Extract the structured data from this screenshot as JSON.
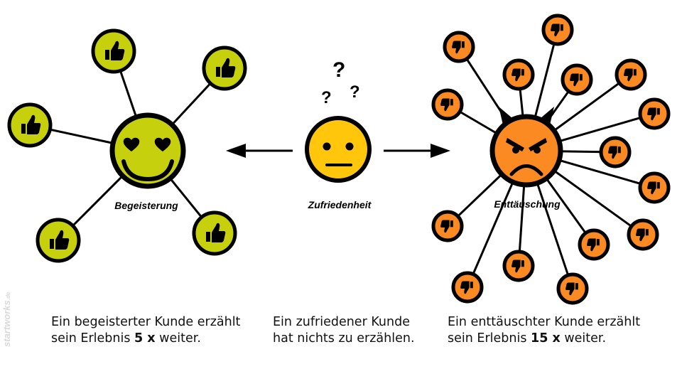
{
  "colors": {
    "happy": "#c6d00c",
    "neutral": "#ffc60b",
    "angry": "#fb8a22",
    "outline": "#000000"
  },
  "labels": {
    "left": "Begeisterung",
    "center": "Zufriedenheit",
    "right": "Enttäuschung"
  },
  "captions": {
    "left": {
      "line1": "Ein begeisterter Kunde erzählt",
      "line2_pre": "sein Erlebnis ",
      "line2_bold": "5 x",
      "line2_post": " weiter."
    },
    "center": {
      "line1": "Ein zufriedener Kunde",
      "line2": "hat nichts zu erzählen."
    },
    "right": {
      "line1": "Ein enttäuschter Kunde erzählt",
      "line2_pre": "sein Erlebnis ",
      "line2_bold": "15 x",
      "line2_post": " weiter."
    }
  },
  "watermark": {
    "brand": "startworks",
    "tld": ".de"
  },
  "icons": {
    "left_face": "heart-eyes-face-icon",
    "center_face": "neutral-face-icon",
    "right_face": "angry-devil-face-icon",
    "left_satellites": "thumbs-up-icon",
    "right_satellites": "thumbs-down-icon",
    "question_marks": "?"
  },
  "counts": {
    "thumbs_up": 5,
    "thumbs_down": 15
  }
}
